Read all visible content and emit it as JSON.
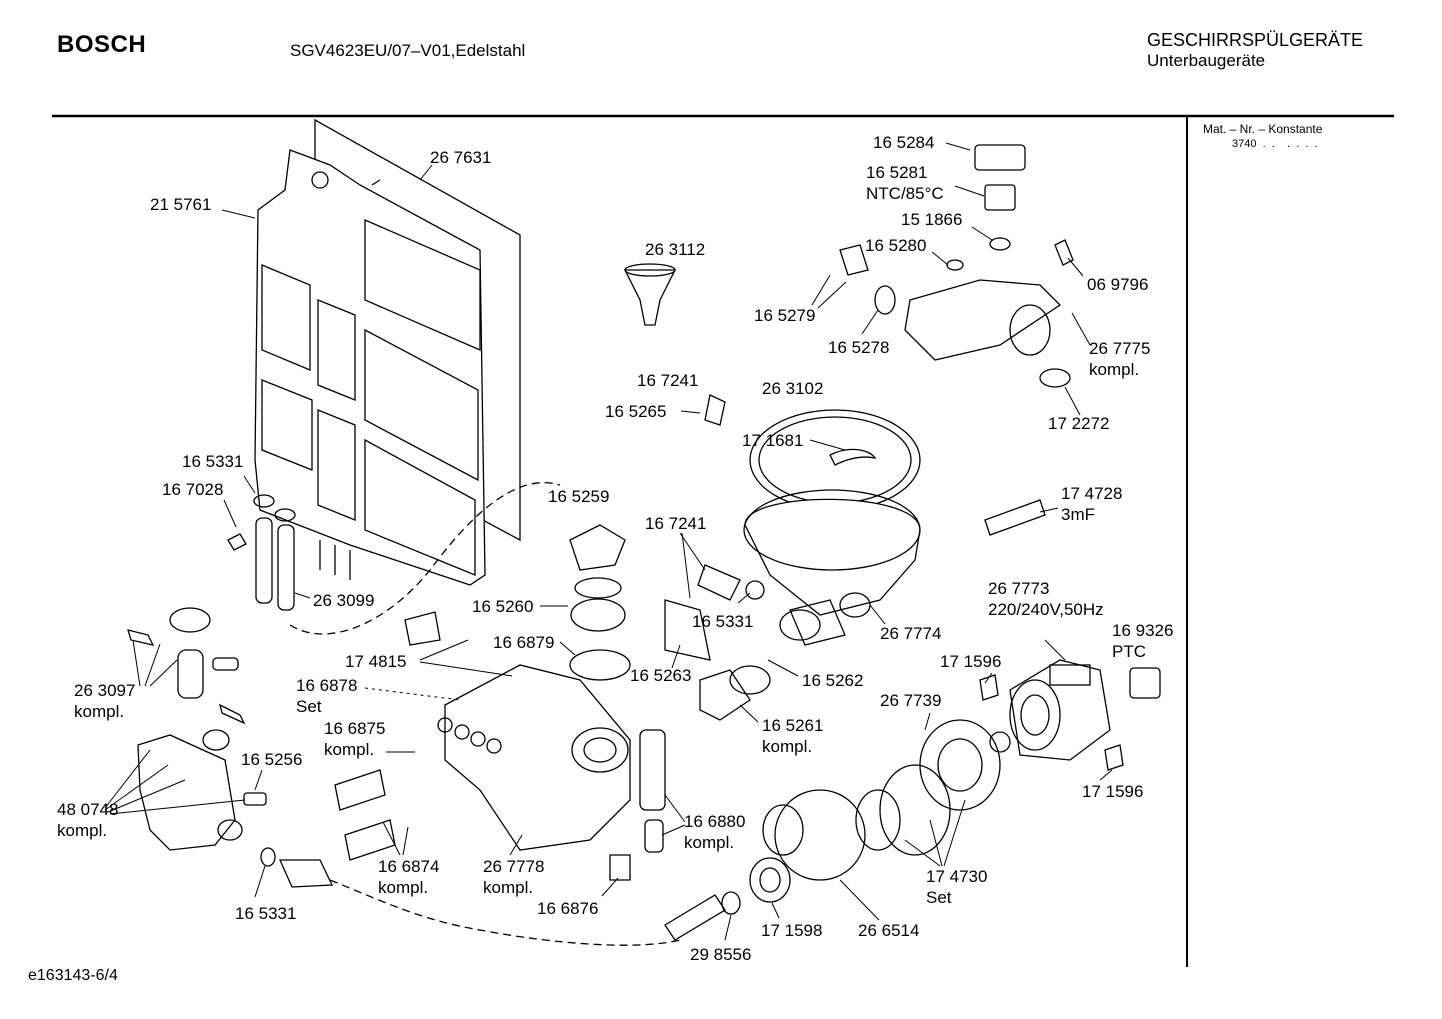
{
  "header": {
    "brand": "BOSCH",
    "model": "SGV4623EU/07–V01,Edelstahl",
    "category_line1": "GESCHIRRSPÜLGERÄTE",
    "category_line2": "Unterbaugeräte"
  },
  "sidebar": {
    "material_label": "Mat. – Nr. – Konstante",
    "material_value": "3740  .  .    .  .  .  ."
  },
  "footer": {
    "drawing_id": "e163143-6/4"
  },
  "parts": [
    {
      "id": "p01",
      "line1": "16 5284",
      "line2": ""
    },
    {
      "id": "p02",
      "line1": "16 5281",
      "line2": "NTC/85°C"
    },
    {
      "id": "p03",
      "line1": "15 1866",
      "line2": ""
    },
    {
      "id": "p04",
      "line1": "16 5280",
      "line2": ""
    },
    {
      "id": "p05",
      "line1": "06 9796",
      "line2": ""
    },
    {
      "id": "p06",
      "line1": "16 5279",
      "line2": ""
    },
    {
      "id": "p07",
      "line1": "16 5278",
      "line2": ""
    },
    {
      "id": "p08",
      "line1": "26 7775",
      "line2": "kompl."
    },
    {
      "id": "p09",
      "line1": "17 2272",
      "line2": ""
    },
    {
      "id": "p10",
      "line1": "26 7631",
      "line2": ""
    },
    {
      "id": "p11",
      "line1": "21 5761",
      "line2": ""
    },
    {
      "id": "p12",
      "line1": "26 3112",
      "line2": ""
    },
    {
      "id": "p13",
      "line1": "16 7241",
      "line2": ""
    },
    {
      "id": "p14",
      "line1": "16 5265",
      "line2": ""
    },
    {
      "id": "p15",
      "line1": "26 3102",
      "line2": ""
    },
    {
      "id": "p16",
      "line1": "17 1681",
      "line2": ""
    },
    {
      "id": "p17",
      "line1": "16 5331",
      "line2": ""
    },
    {
      "id": "p18",
      "line1": "16 7028",
      "line2": ""
    },
    {
      "id": "p19",
      "line1": "16 5259",
      "line2": ""
    },
    {
      "id": "p20",
      "line1": "16 7241",
      "line2": ""
    },
    {
      "id": "p21",
      "line1": "17 4728",
      "line2": "3mF"
    },
    {
      "id": "p22",
      "line1": "26 3099",
      "line2": ""
    },
    {
      "id": "p23",
      "line1": "16 5260",
      "line2": ""
    },
    {
      "id": "p24",
      "line1": "16 5331",
      "line2": ""
    },
    {
      "id": "p25",
      "line1": "26 7774",
      "line2": ""
    },
    {
      "id": "p26",
      "line1": "26 7773",
      "line2": "220/240V,50Hz"
    },
    {
      "id": "p27",
      "line1": "16 9326",
      "line2": "PTC"
    },
    {
      "id": "p28",
      "line1": "16 6879",
      "line2": ""
    },
    {
      "id": "p29",
      "line1": "17 4815",
      "line2": ""
    },
    {
      "id": "p30",
      "line1": "16 5263",
      "line2": ""
    },
    {
      "id": "p31",
      "line1": "16 5262",
      "line2": ""
    },
    {
      "id": "p32",
      "line1": "17 1596",
      "line2": ""
    },
    {
      "id": "p33",
      "line1": "26 3097",
      "line2": "kompl."
    },
    {
      "id": "p34",
      "line1": "16 6878",
      "line2": "Set"
    },
    {
      "id": "p35",
      "line1": "26 7739",
      "line2": ""
    },
    {
      "id": "p36",
      "line1": "16 5261",
      "line2": "kompl."
    },
    {
      "id": "p37",
      "line1": "16 6875",
      "line2": "kompl."
    },
    {
      "id": "p38",
      "line1": "16 5256",
      "line2": ""
    },
    {
      "id": "p39",
      "line1": "17 1596",
      "line2": ""
    },
    {
      "id": "p40",
      "line1": "48 0748",
      "line2": "kompl."
    },
    {
      "id": "p41",
      "line1": "16 6880",
      "line2": "kompl."
    },
    {
      "id": "p42",
      "line1": "16 6874",
      "line2": "kompl."
    },
    {
      "id": "p43",
      "line1": "26 7778",
      "line2": "kompl."
    },
    {
      "id": "p44",
      "line1": "17 4730",
      "line2": "Set"
    },
    {
      "id": "p45",
      "line1": "16 6876",
      "line2": ""
    },
    {
      "id": "p46",
      "line1": "16 5331",
      "line2": ""
    },
    {
      "id": "p47",
      "line1": "17 1598",
      "line2": ""
    },
    {
      "id": "p48",
      "line1": "26 6514",
      "line2": ""
    },
    {
      "id": "p49",
      "line1": "29 8556",
      "line2": ""
    }
  ]
}
